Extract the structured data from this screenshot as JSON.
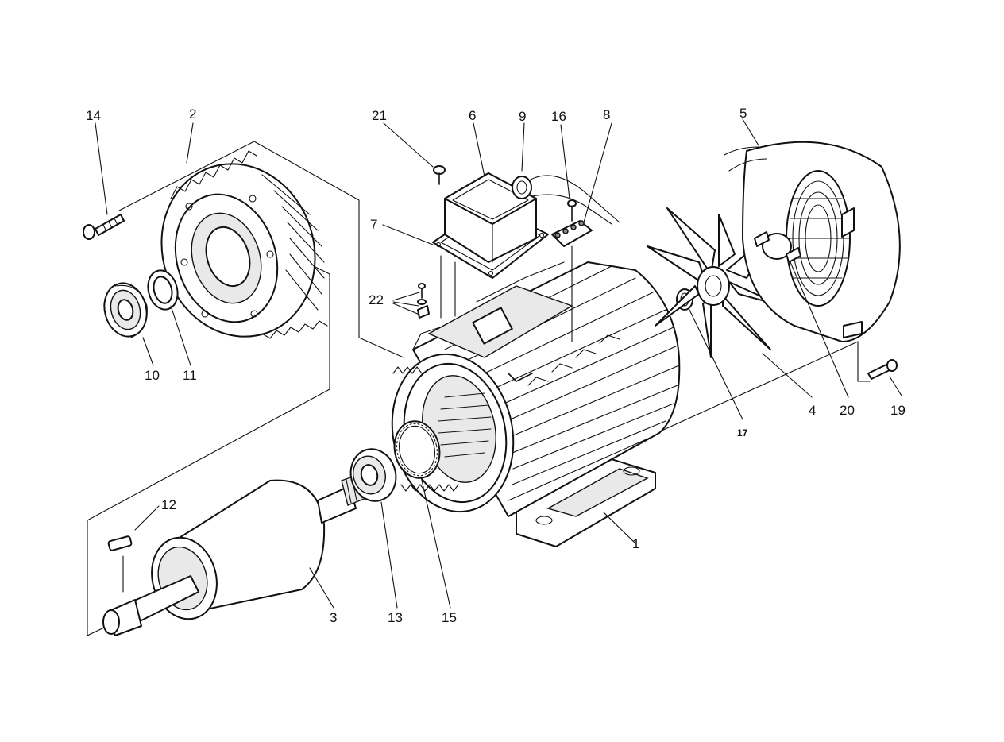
{
  "labels": {
    "l1": "1",
    "l2": "2",
    "l3": "3",
    "l4": "4",
    "l5": "5",
    "l6": "6",
    "l7": "7",
    "l8": "8",
    "l9": "9",
    "l10": "10",
    "l11": "11",
    "l12": "12",
    "l13": "13",
    "l14": "14",
    "l15": "15",
    "l16": "16",
    "l17": "17",
    "l19": "19",
    "l20": "20",
    "l21": "21",
    "l22": "22"
  },
  "parts": [
    {
      "key": "motor-frame",
      "number": "1"
    },
    {
      "key": "end-shield-drive-side",
      "number": "2"
    },
    {
      "key": "rotor-shaft",
      "number": "3"
    },
    {
      "key": "cooling-fan",
      "number": "4"
    },
    {
      "key": "fan-cover",
      "number": "5"
    },
    {
      "key": "terminal-box-cover",
      "number": "6"
    },
    {
      "key": "terminal-box-gasket",
      "number": "7"
    },
    {
      "key": "terminal-block",
      "number": "8"
    },
    {
      "key": "cable-gland",
      "number": "9"
    },
    {
      "key": "bearing-drive-side",
      "number": "10"
    },
    {
      "key": "bearing-cap-ring",
      "number": "11"
    },
    {
      "key": "shaft-key",
      "number": "12"
    },
    {
      "key": "bearing-non-drive-side",
      "number": "13"
    },
    {
      "key": "wave-spring-washer",
      "number": "15"
    },
    {
      "key": "terminal-screw",
      "number": "16"
    },
    {
      "key": "fan-retaining-ring",
      "number": "17"
    },
    {
      "key": "fan-cover-screw",
      "number": "19"
    },
    {
      "key": "fan-clamp",
      "number": "20"
    },
    {
      "key": "cover-screw",
      "number": "21"
    },
    {
      "key": "earth-terminal",
      "number": "22"
    },
    {
      "key": "end-shield-bolt",
      "number": "14"
    }
  ]
}
